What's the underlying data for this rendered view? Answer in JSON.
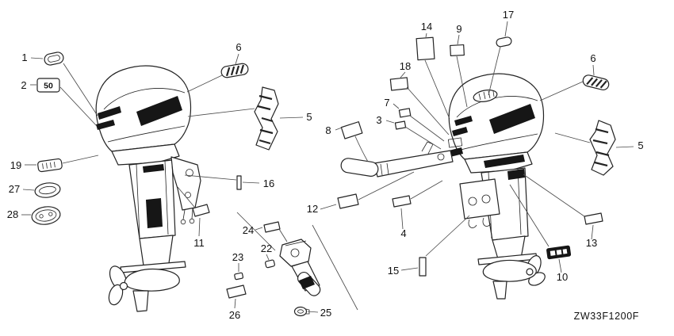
{
  "colors": {
    "ink": "#1a1a1a",
    "background": "#ffffff",
    "decal_fill": "#161616"
  },
  "footer": {
    "diagram_code": "ZW33F1200F"
  },
  "part_labels": {
    "front_emblem": "50"
  },
  "callouts": {
    "left_1": "1",
    "left_2": "2",
    "left_6": "6",
    "left_5": "5",
    "left_19": "19",
    "left_27": "27",
    "left_28": "28",
    "left_16": "16",
    "left_11": "11",
    "tiller_24": "24",
    "tiller_22": "22",
    "tiller_23": "23",
    "tiller_26": "26",
    "tiller_25": "25",
    "right_14": "14",
    "right_9": "9",
    "right_17": "17",
    "right_18": "18",
    "right_7": "7",
    "right_3": "3",
    "right_8": "8",
    "right_6": "6",
    "right_5": "5",
    "right_12": "12",
    "right_4": "4",
    "right_15": "15",
    "right_10": "10",
    "right_13": "13"
  }
}
